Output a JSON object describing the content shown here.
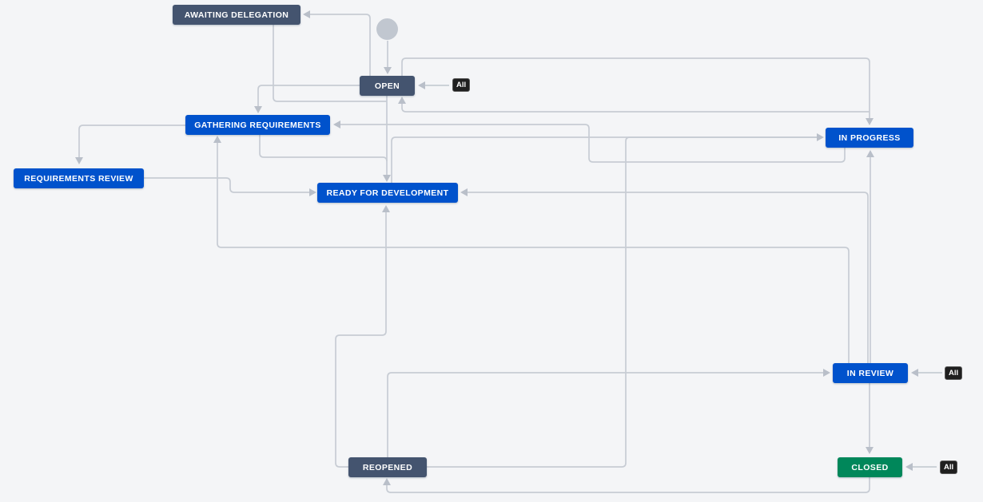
{
  "diagram": {
    "type": "workflow",
    "background": "#f4f5f7",
    "connector_color": "#c7ccd4",
    "category_colors": {
      "todo": "#44546f",
      "in_progress": "#0052cc",
      "done": "#00875a",
      "start_node": "#c1c7d0",
      "global_badge": "#1f1f1f"
    }
  },
  "nodes": [
    {
      "id": "start",
      "label": "",
      "category": "start"
    },
    {
      "id": "awaiting-delegation",
      "label": "AWAITING DELEGATION",
      "category": "todo"
    },
    {
      "id": "open",
      "label": "OPEN",
      "category": "todo"
    },
    {
      "id": "gathering-requirements",
      "label": "GATHERING REQUIREMENTS",
      "category": "in_progress"
    },
    {
      "id": "in-progress",
      "label": "IN PROGRESS",
      "category": "in_progress"
    },
    {
      "id": "requirements-review",
      "label": "REQUIREMENTS REVIEW",
      "category": "in_progress"
    },
    {
      "id": "ready-for-development",
      "label": "READY FOR DEVELOPMENT",
      "category": "in_progress"
    },
    {
      "id": "in-review",
      "label": "IN REVIEW",
      "category": "in_progress"
    },
    {
      "id": "reopened",
      "label": "REOPENED",
      "category": "todo"
    },
    {
      "id": "closed",
      "label": "CLOSED",
      "category": "done"
    }
  ],
  "badges": [
    {
      "label": "All",
      "target": "open"
    },
    {
      "label": "All",
      "target": "in-review"
    },
    {
      "label": "All",
      "target": "closed"
    }
  ],
  "transitions": [
    {
      "from": "start",
      "to": "open"
    },
    {
      "from": "open",
      "to": "awaiting-delegation"
    },
    {
      "from": "awaiting-delegation",
      "to": "ready-for-development"
    },
    {
      "from": "open",
      "to": "ready-for-development"
    },
    {
      "from": "open",
      "to": "gathering-requirements"
    },
    {
      "from": "open",
      "to": "in-progress"
    },
    {
      "from": "in-progress",
      "to": "open"
    },
    {
      "from": "gathering-requirements",
      "to": "requirements-review"
    },
    {
      "from": "gathering-requirements",
      "to": "ready-for-development"
    },
    {
      "from": "requirements-review",
      "to": "ready-for-development"
    },
    {
      "from": "ready-for-development",
      "to": "in-progress"
    },
    {
      "from": "in-progress",
      "to": "gathering-requirements"
    },
    {
      "from": "in-review",
      "to": "gathering-requirements"
    },
    {
      "from": "in-review",
      "to": "ready-for-development"
    },
    {
      "from": "in-review",
      "to": "in-progress"
    },
    {
      "from": "in-review",
      "to": "closed"
    },
    {
      "from": "reopened",
      "to": "ready-for-development"
    },
    {
      "from": "reopened",
      "to": "in-review"
    },
    {
      "from": "reopened",
      "to": "in-progress"
    },
    {
      "from": "closed",
      "to": "reopened"
    },
    {
      "from": "all",
      "to": "open"
    },
    {
      "from": "all",
      "to": "in-review"
    },
    {
      "from": "all",
      "to": "closed"
    }
  ]
}
